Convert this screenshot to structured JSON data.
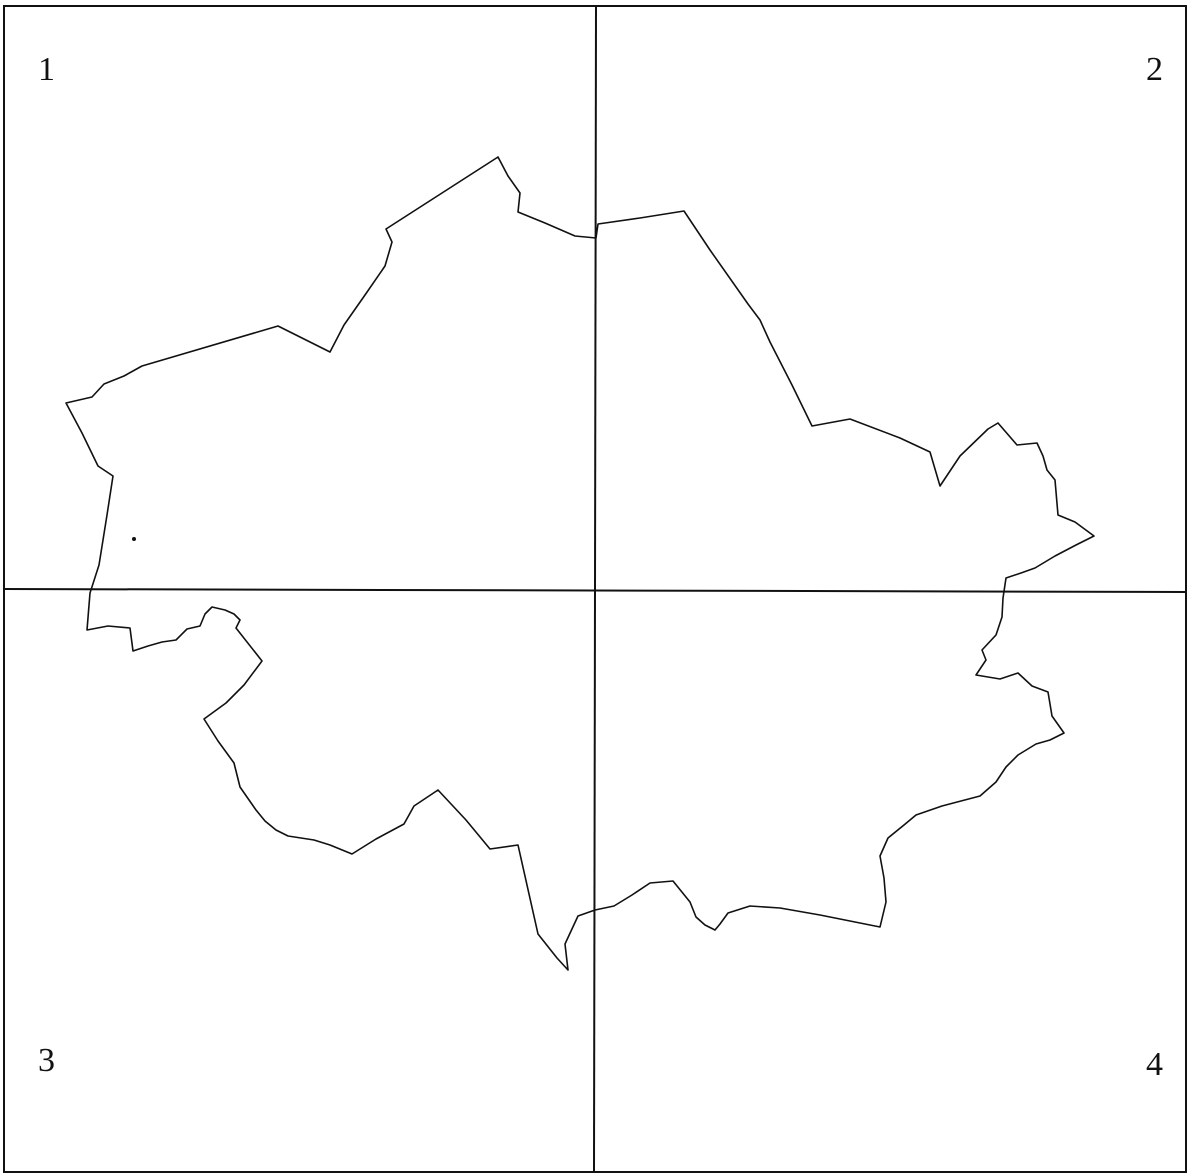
{
  "map": {
    "quadrants": [
      {
        "id": 1,
        "label": "1"
      },
      {
        "id": 2,
        "label": "2"
      },
      {
        "id": 3,
        "label": "3"
      },
      {
        "id": 4,
        "label": "4"
      }
    ],
    "colors": {
      "background": "#ffffff",
      "line": "#111111"
    }
  }
}
